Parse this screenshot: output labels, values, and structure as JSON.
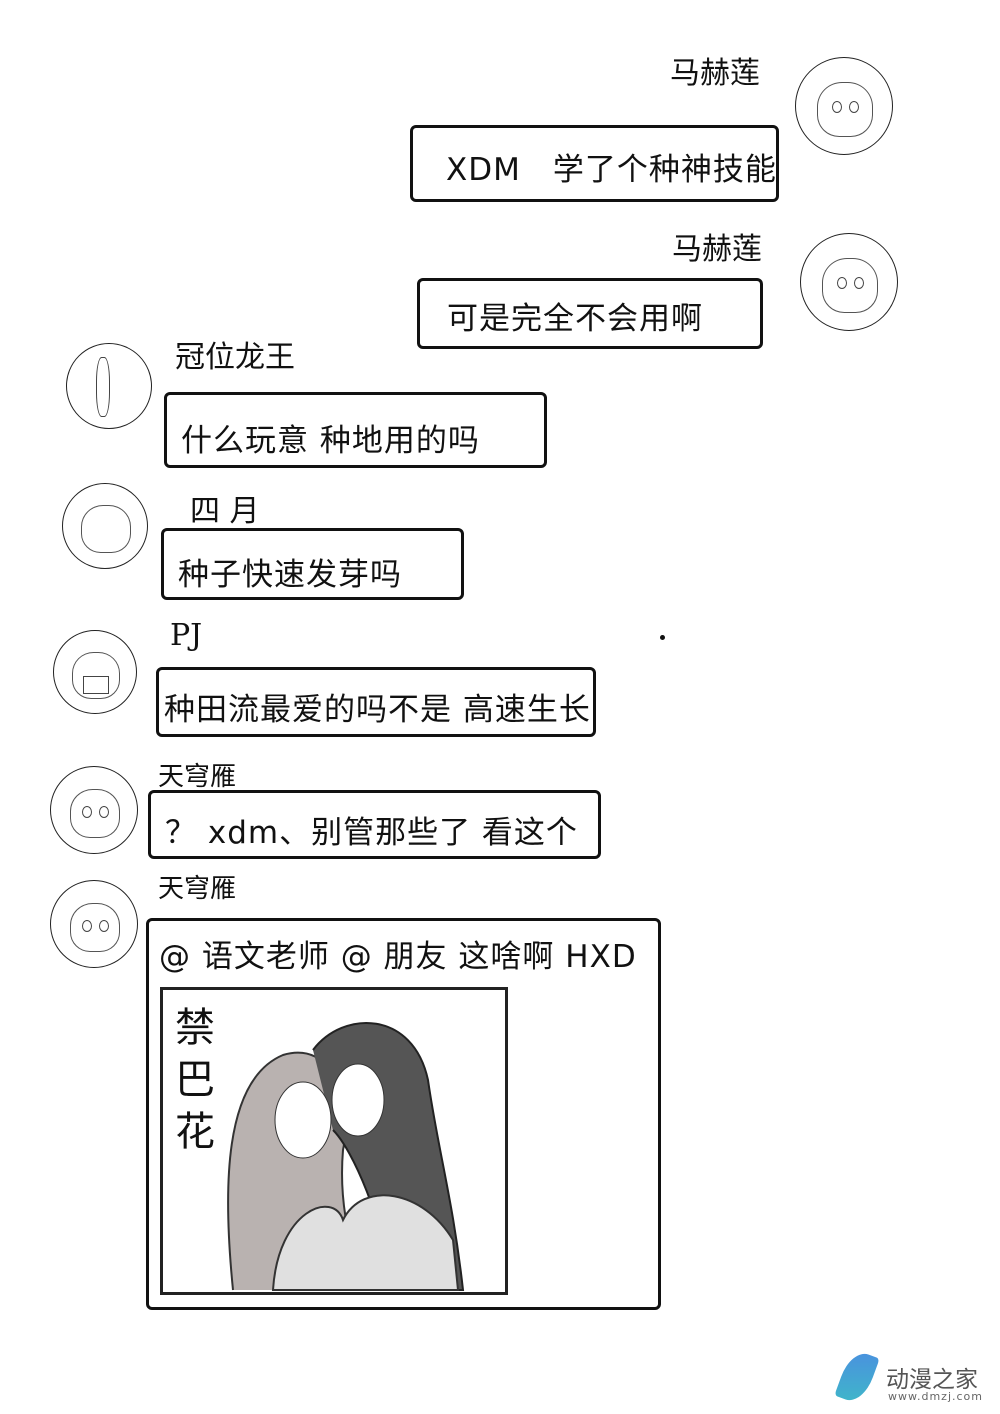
{
  "messages": [
    {
      "sender": "马赫莲",
      "text": "XDM　学了个种神技能",
      "side": "right"
    },
    {
      "sender": "马赫莲",
      "text": "可是完全不会用啊",
      "side": "right"
    },
    {
      "sender": "冠位龙王",
      "text": "什么玩意 种地用的吗",
      "side": "left"
    },
    {
      "sender": "四 月",
      "text": "种子快速发芽吗",
      "side": "left"
    },
    {
      "sender": "PJ",
      "text": "种田流最爱的吗不是 高速生长",
      "side": "left"
    },
    {
      "sender": "天穹雁",
      "text": "？ xdm、别管那些了 看这个",
      "side": "left"
    },
    {
      "sender": "天穹雁",
      "text": "@ 语文老师 @ 朋友 这啥啊 HXD",
      "side": "left",
      "image_caption": "禁巴花"
    }
  ],
  "watermark": {
    "name": "动漫之家",
    "url": "www.dmzj.com",
    "logo_color": "#3fb8c8"
  }
}
